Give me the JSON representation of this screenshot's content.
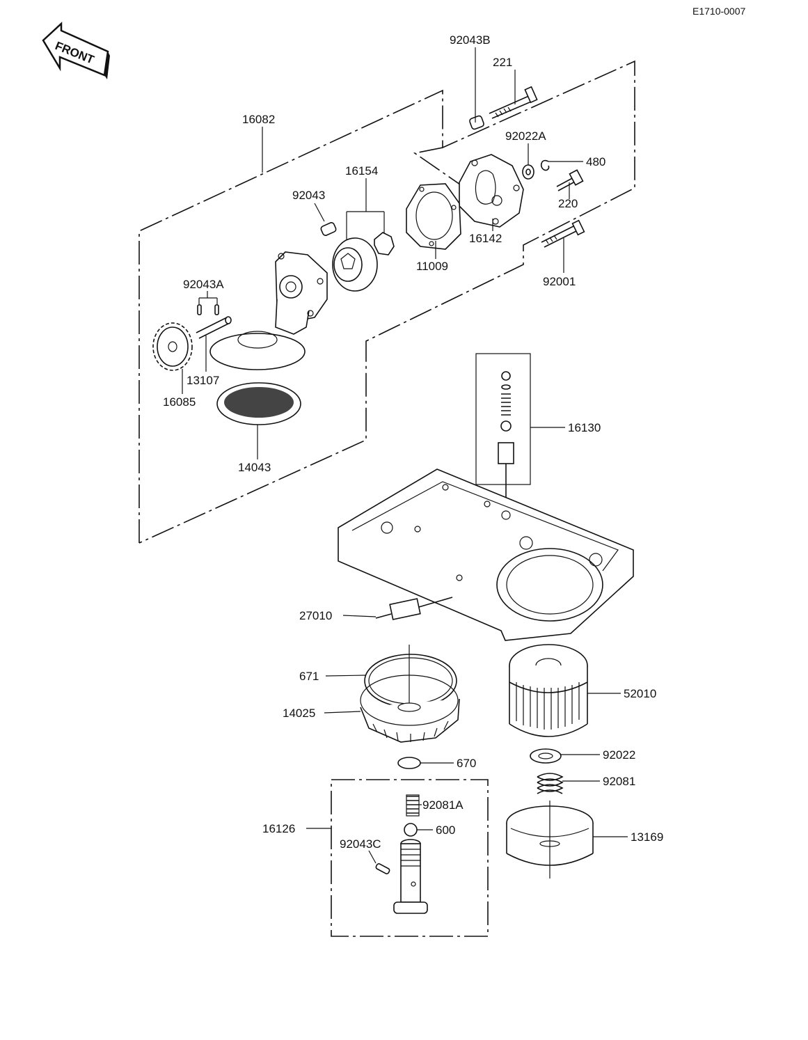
{
  "header": {
    "code": "E1710-0007",
    "front_label": "FRONT"
  },
  "callouts": {
    "p92043B": "92043B",
    "p221": "221",
    "p16082": "16082",
    "p92022A": "92022A",
    "p480": "480",
    "p16154": "16154",
    "p92043": "92043",
    "p220": "220",
    "p16142": "16142",
    "p11009": "11009",
    "p92001": "92001",
    "p92043A": "92043A",
    "p13107": "13107",
    "p16085": "16085",
    "p14043": "14043",
    "p16130": "16130",
    "p27010": "27010",
    "p671": "671",
    "p52010": "52010",
    "p14025": "14025",
    "p92022": "92022",
    "p670": "670",
    "p92081": "92081",
    "p92081A": "92081A",
    "p16126": "16126",
    "p600": "600",
    "p92043C": "92043C",
    "p13169": "13169"
  }
}
